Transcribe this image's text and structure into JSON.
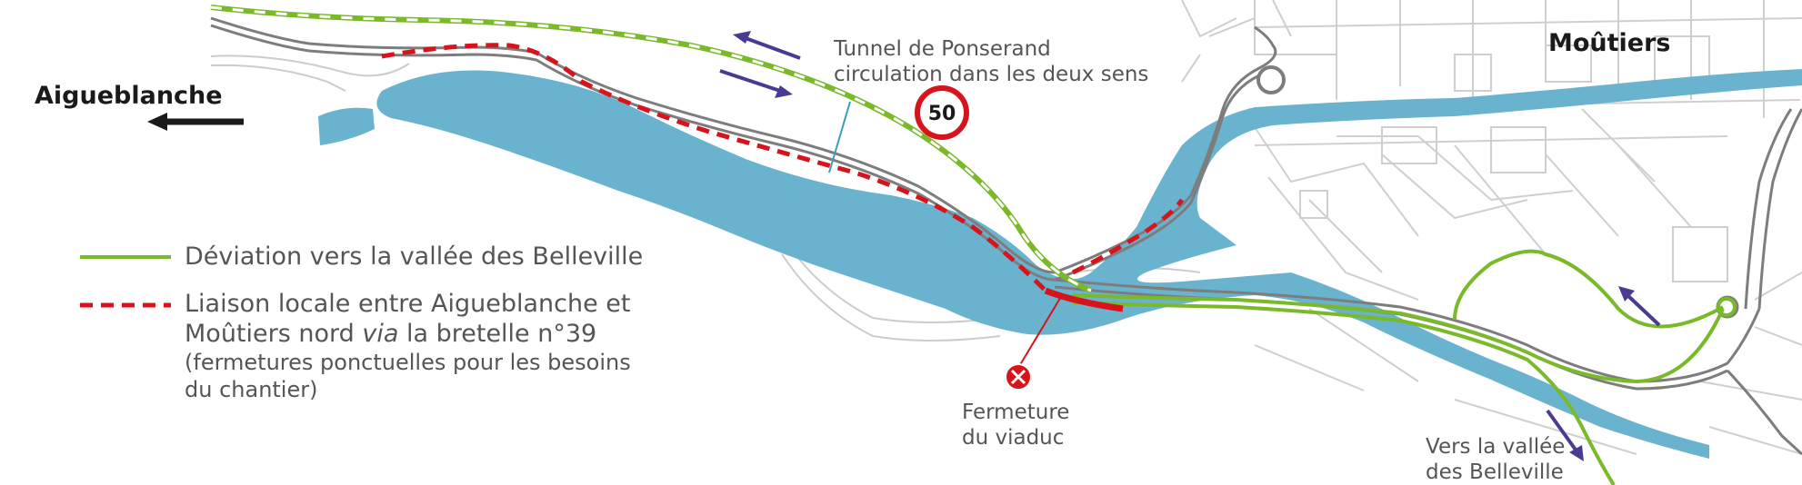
{
  "places": {
    "west_town": "Aigueblanche",
    "east_town": "Moûtiers"
  },
  "tunnel": {
    "line1": "Tunnel  de Ponserand",
    "line2": "circulation dans les deux sens"
  },
  "speed_limit": "50",
  "closure": {
    "line1": "Fermeture",
    "line2": "du viaduc"
  },
  "destination": {
    "line1": "Vers la vallée",
    "line2": "des Belleville"
  },
  "legend": {
    "green_label": "Déviation vers la vallée des Belleville",
    "red_line1_before": "Liaison locale entre Aigueblanche et",
    "red_line2_prefix": "Moûtiers nord ",
    "red_line2_italic": "via",
    "red_line2_suffix": " la bretelle n°39",
    "note_line1": "(fermetures ponctuelles pour les besoins",
    "note_line2": "du chantier)"
  },
  "colors": {
    "river": "#69b3cf",
    "green_route": "#7ab929",
    "red_route": "#d7131c",
    "arrow_purple": "#4b3a94",
    "road_gray": "#7d7d7d"
  }
}
